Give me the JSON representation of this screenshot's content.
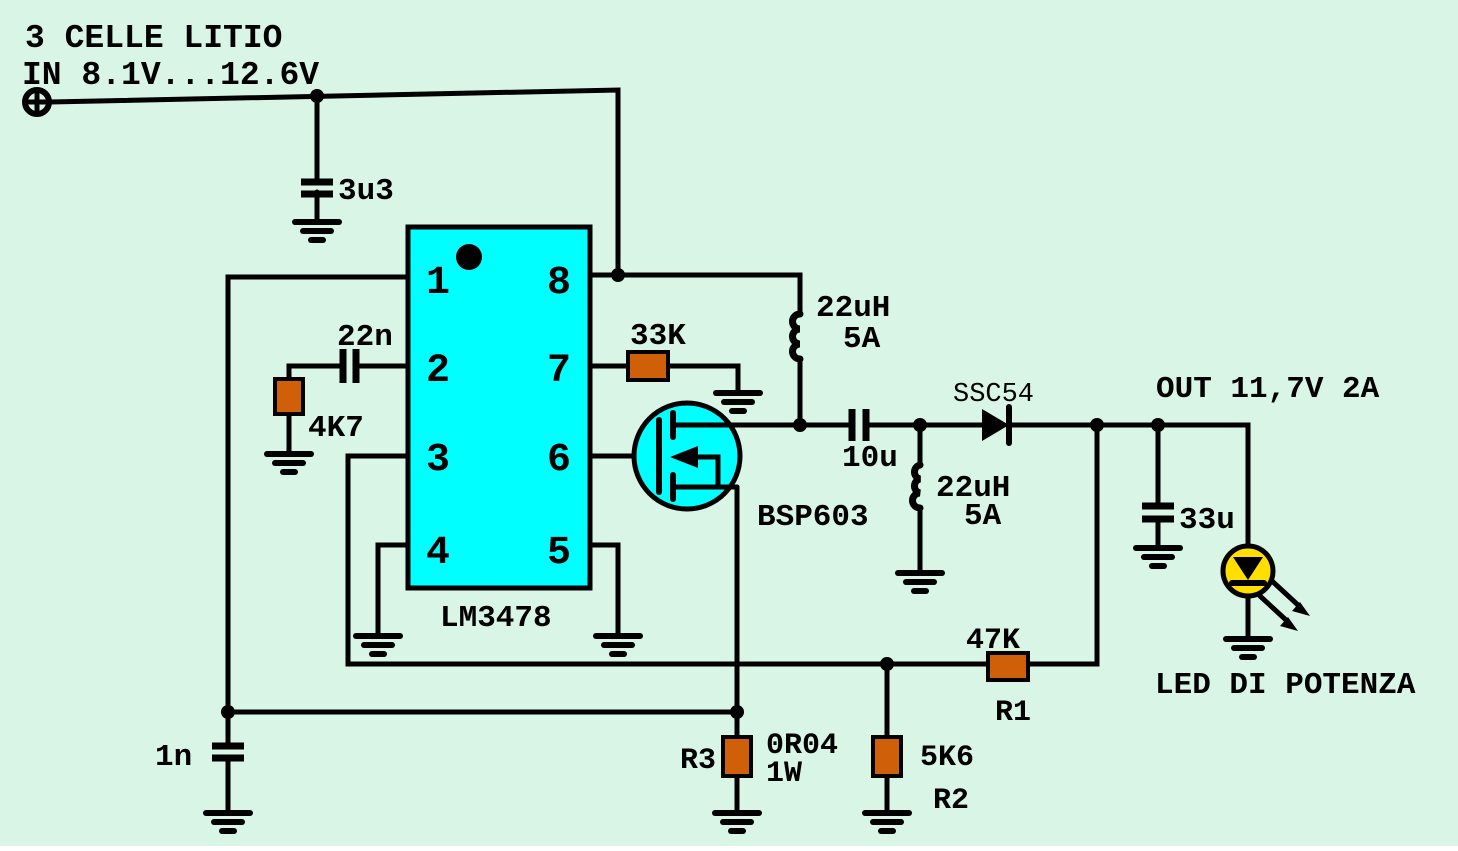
{
  "schematic": {
    "title_line1": "3 CELLE LITIO",
    "title_line2": "IN 8.1V...12.6V",
    "out_label": "OUT 11,7V 2A",
    "led_caption": "LED DI POTENZA"
  },
  "ic": {
    "part": "LM3478",
    "pins": [
      "1",
      "2",
      "3",
      "4",
      "5",
      "6",
      "7",
      "8"
    ]
  },
  "components": {
    "c_input": "3u3",
    "c_comp": "22n",
    "r_comp": "4K7",
    "r_freq": "33K",
    "l1_value": "22uH",
    "l1_current": "5A",
    "c_coupling": "10u",
    "mosfet": "BSP603",
    "diode": "SSC54",
    "l2_value": "22uH",
    "l2_current": "5A",
    "c_out": "33u",
    "r1_value": "47K",
    "r1_ref": "R1",
    "r2_value": "5K6",
    "r2_ref": "R2",
    "r3_value": "0R04",
    "r3_power": "1W",
    "r3_ref": "R3",
    "c_sense": "1n"
  },
  "colors": {
    "background": "#d9f5e6",
    "ic_fill": "#00ffff",
    "resistor_fill": "#d05f0a",
    "led_fill": "#ffdf00",
    "title_blue": "#23239b",
    "title_red": "#e81414",
    "ref_red": "#e22b2b",
    "wire": "#000000"
  }
}
